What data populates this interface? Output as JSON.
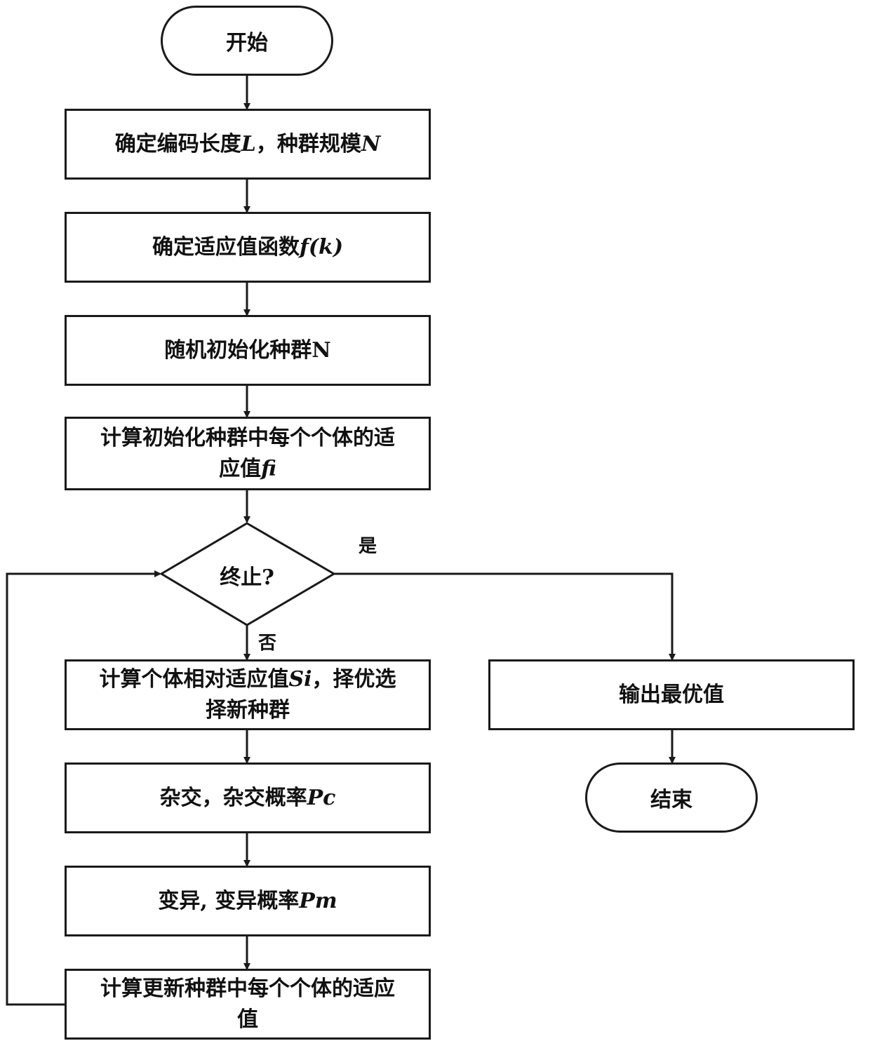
{
  "nodes": {
    "start": "开始",
    "step1_a": "确定编码长度",
    "step1_L": "L",
    "step1_b": "，种群规模",
    "step1_N": "N",
    "step2_a": "确定适应值函数",
    "step2_f": "f(k)",
    "step3": "随机初始化种群N",
    "step4_a": "计算初始化种群中每个个体的适",
    "step4_b": "应值",
    "step4_f": "fi",
    "decision": "终止?",
    "step5_a": "计算个体相对适应值",
    "step5_S": "Si",
    "step5_b": "，择优选",
    "step5_c": "择新种群",
    "step6_a": "杂交，杂交概率",
    "step6_P": "Pc",
    "step7_a": "变异, 变异概率",
    "step7_P": "Pm",
    "step8_a": "计算更新种群中每个个体的适应",
    "step8_b": "值",
    "output": "输出最优值",
    "end": "结束"
  },
  "labels": {
    "yes": "是",
    "no": "否"
  }
}
